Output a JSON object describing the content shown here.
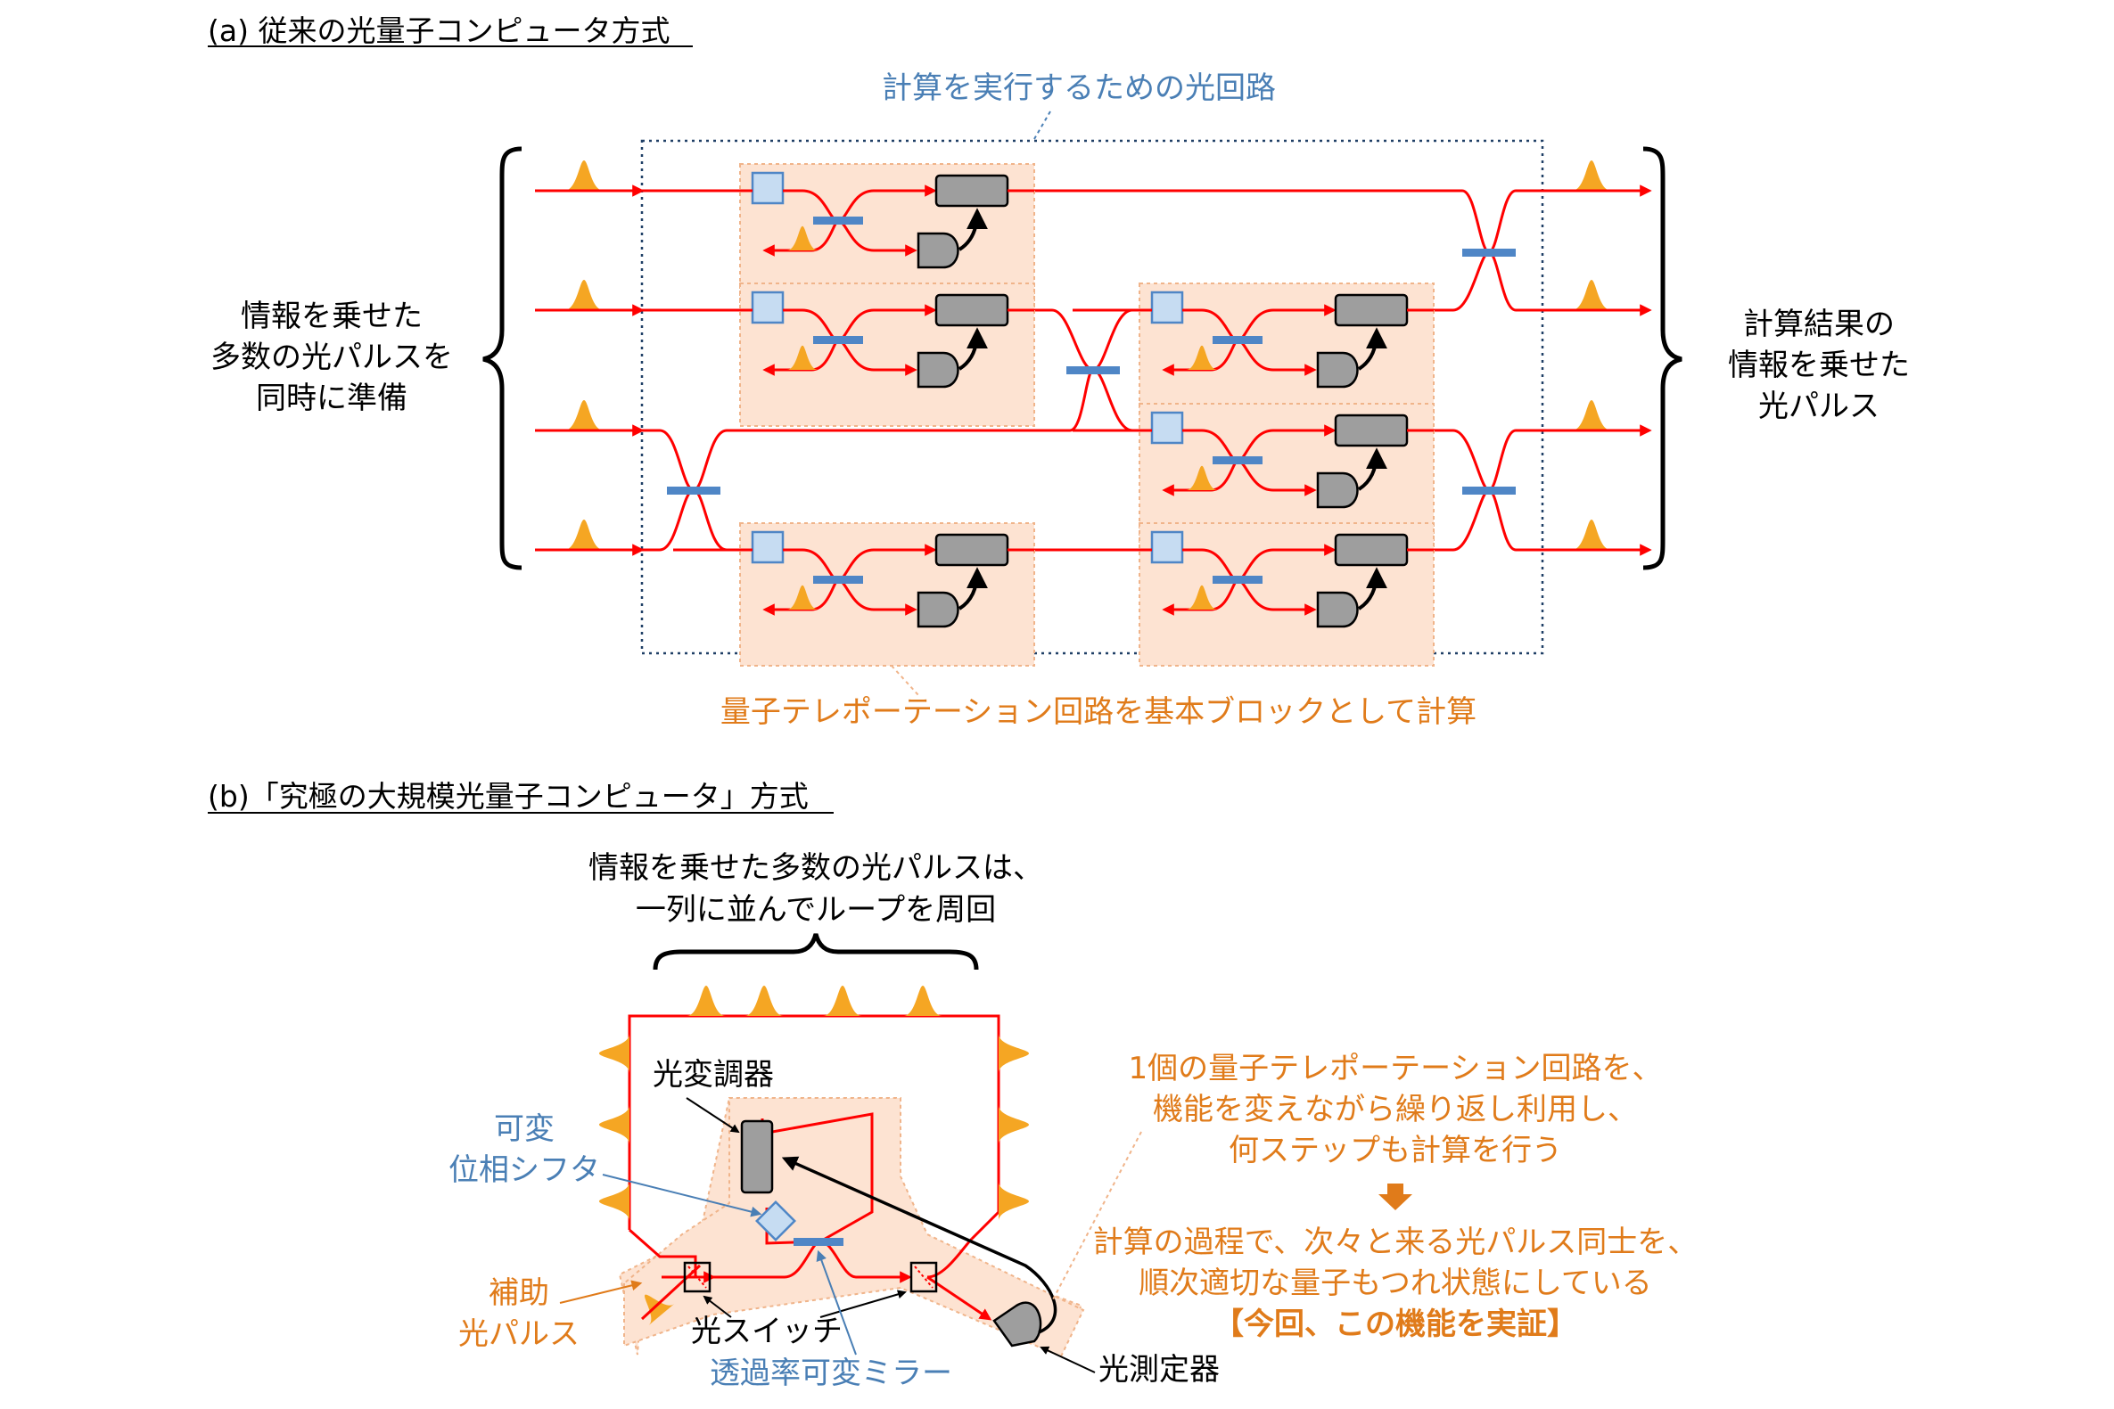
{
  "section_a": {
    "title": "(a) 従来の光量子コンピュータ方式",
    "circuit_label": "計算を実行するための光回路",
    "left_label": [
      "情報を乗せた",
      "多数の光パルスを",
      "同時に準備"
    ],
    "right_label": [
      "計算結果の",
      "情報を乗せた",
      "光パルス"
    ],
    "block_label": "量子テレポーテーション回路を基本ブロックとして計算"
  },
  "section_b": {
    "title": "(b)「究極の大規模光量子コンピュータ」方式",
    "pulses_label": [
      "情報を乗せた多数の光パルスは、",
      "一列に並んでループを周回"
    ],
    "modulator_label": "光変調器",
    "phase_shifter_label": [
      "可変",
      "位相シフタ"
    ],
    "aux_pulse_label": [
      "補助",
      "光パルス"
    ],
    "switch_label": "光スイッチ",
    "mirror_label": "透過率可変ミラー",
    "detector_label": "光測定器",
    "desc_top": [
      "1個の量子テレポーテーション回路を、",
      "機能を変えながら繰り返し利用し、",
      "何ステップも計算を行う"
    ],
    "desc_bottom": [
      "計算の過程で、次々と来る光パルス同士を、",
      "順次適切な量子もつれ状態にしている"
    ],
    "desc_highlight": "【今回、この機能を実証】"
  },
  "colors": {
    "text": "#000000",
    "blue_text": "#4a7fb5",
    "orange_text": "#e07b1a",
    "light_path": "#ff0000",
    "block_fill": "#fde3d2",
    "block_border": "#f0b48a",
    "pulse": "#f5a623",
    "beam_splitter": "#4f86c6",
    "modulator": "#9e9e9e",
    "phase_shifter": "#c6dcf2"
  }
}
